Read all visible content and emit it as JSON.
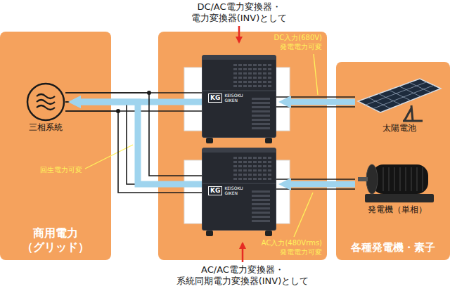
{
  "diagram": {
    "nodes": [
      {
        "text": [
          "商用電力 （グリッド）"
        ]
      },
      {
        "text": [
          "三相系統"
        ],
        "in": 0
      },
      {
        "text": [
          "KG",
          "KEISOKU GIKEN"
        ]
      },
      {
        "text": [
          "KG",
          "KEISOKU GIKEN"
        ]
      },
      {
        "text": [
          "各種発電機・素子"
        ]
      },
      {
        "text": [
          "太陽電池"
        ],
        "in": 4
      },
      {
        "text": [
          "発電機（単相）"
        ],
        "in": 4
      }
    ],
    "edges": [
      {
        "from": 5,
        "to": 2,
        "arrow": "to"
      },
      {
        "from": 2,
        "to": 1,
        "arrow": "to"
      },
      {
        "from": 6,
        "to": 3,
        "arrow": "to"
      },
      {
        "from": 3,
        "to": 1,
        "arrow": "to"
      }
    ],
    "labels": [
      "DC/AC電力変換器・ 電力変換器(INV)として",
      "DC入力(680V) 発電電力可変",
      "回生電力可変",
      "AC入力(480Vrms) 発電電力可変",
      "AC/AC電力変換器・ 系統同期電力変換器(INV)として"
    ]
  }
}
